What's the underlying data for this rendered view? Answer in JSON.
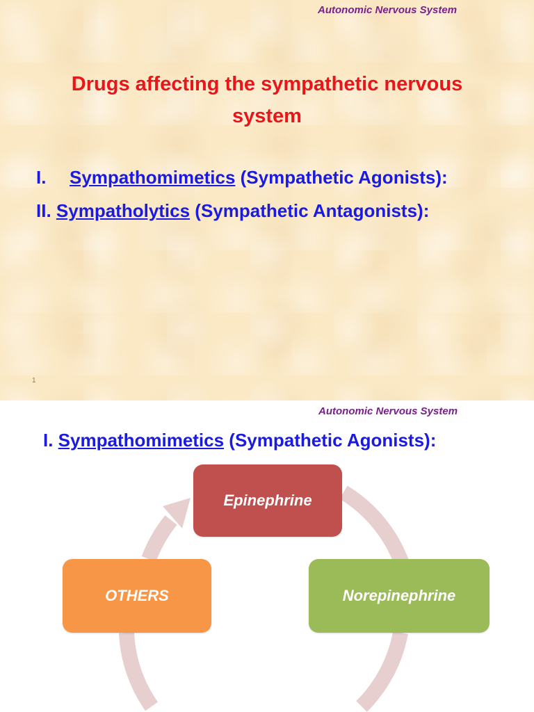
{
  "slide1": {
    "header": "Autonomic Nervous System",
    "title_line1": "Drugs affecting the sympathetic nervous",
    "title_line2": "system",
    "item1": {
      "numeral": "I.",
      "link": "Sympathomimetics",
      "rest": " (Sympathetic Agonists):"
    },
    "item2": {
      "numeral": "II. ",
      "link": "Sympatholytics",
      "rest": " (Sympathetic Antagonists):"
    },
    "page_number": "1"
  },
  "slide2": {
    "header": "Autonomic Nervous System",
    "title": {
      "numeral": "I. ",
      "link": "Sympathomimetics",
      "rest": " (Sympathetic Agonists):"
    },
    "cycle": {
      "top": "Epinephrine",
      "right": "Norepinephrine",
      "left": "OTHERS"
    }
  },
  "colors": {
    "header": "#7a1f8c",
    "title_red": "#e8161b",
    "list_blue": "#1a1ae0",
    "epinephrine": "#c0504d",
    "norepinephrine": "#9bbb59",
    "others": "#f79646",
    "cycle_arrow": "#e8cfcf"
  }
}
